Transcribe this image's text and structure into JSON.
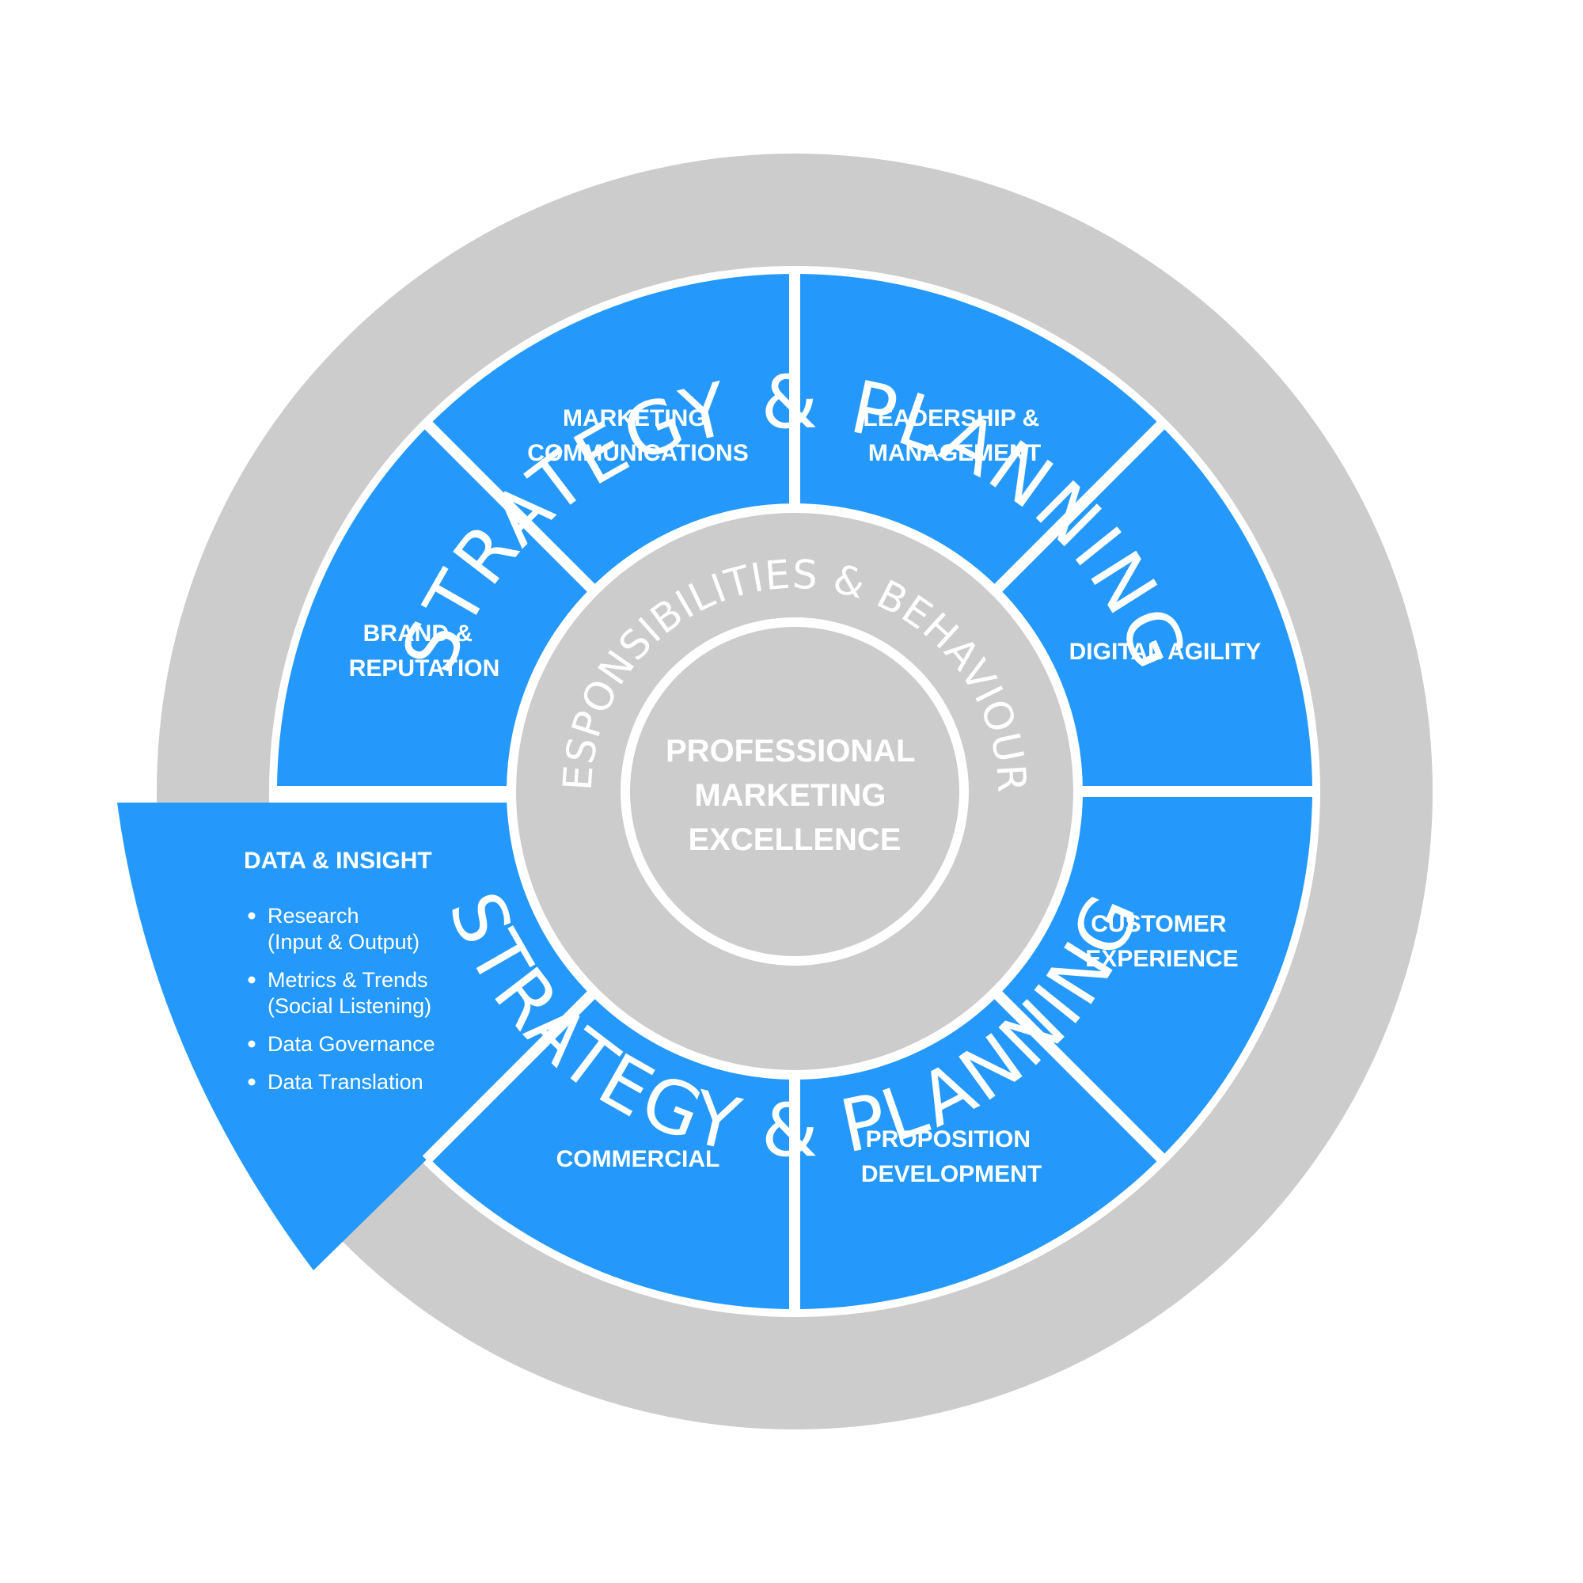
{
  "outer_ring": {
    "top_label": "STRATEGY & PLANNING",
    "bottom_label": "STRATEGY & PLANNING"
  },
  "middle_ring": {
    "label": "RESPONSIBILITIES & BEHAVIOURS"
  },
  "core": {
    "lines": [
      "PROFESSIONAL",
      "MARKETING",
      "EXCELLENCE"
    ]
  },
  "segments": [
    {
      "id": "marketing-communications",
      "lines": [
        "MARKETING",
        "COMMUNICATIONS"
      ]
    },
    {
      "id": "leadership-management",
      "lines": [
        "LEADERSHIP &",
        "MANAGEMENT"
      ]
    },
    {
      "id": "digital-agility",
      "lines": [
        "DIGITAL AGILITY"
      ]
    },
    {
      "id": "customer-experience",
      "lines": [
        "CUSTOMER",
        "EXPERIENCE"
      ]
    },
    {
      "id": "proposition-development",
      "lines": [
        "PROPOSITION",
        "DEVELOPMENT"
      ]
    },
    {
      "id": "commercial",
      "lines": [
        "COMMERCIAL"
      ]
    },
    {
      "id": "brand-reputation",
      "lines": [
        "BRAND &",
        "REPUTATION"
      ]
    }
  ],
  "highlight_segment": {
    "title": "DATA & INSIGHT",
    "bullets": [
      {
        "lines": [
          "Research",
          "(Input & Output)"
        ]
      },
      {
        "lines": [
          "Metrics & Trends",
          "(Social Listening)"
        ]
      },
      {
        "lines": [
          "Data Governance"
        ]
      },
      {
        "lines": [
          "Data Translation"
        ]
      }
    ]
  },
  "colors": {
    "segment_blue": "#2499fb",
    "ring_gray": "#cccccc",
    "divider_white": "#ffffff",
    "text_white": "#ffffff"
  }
}
